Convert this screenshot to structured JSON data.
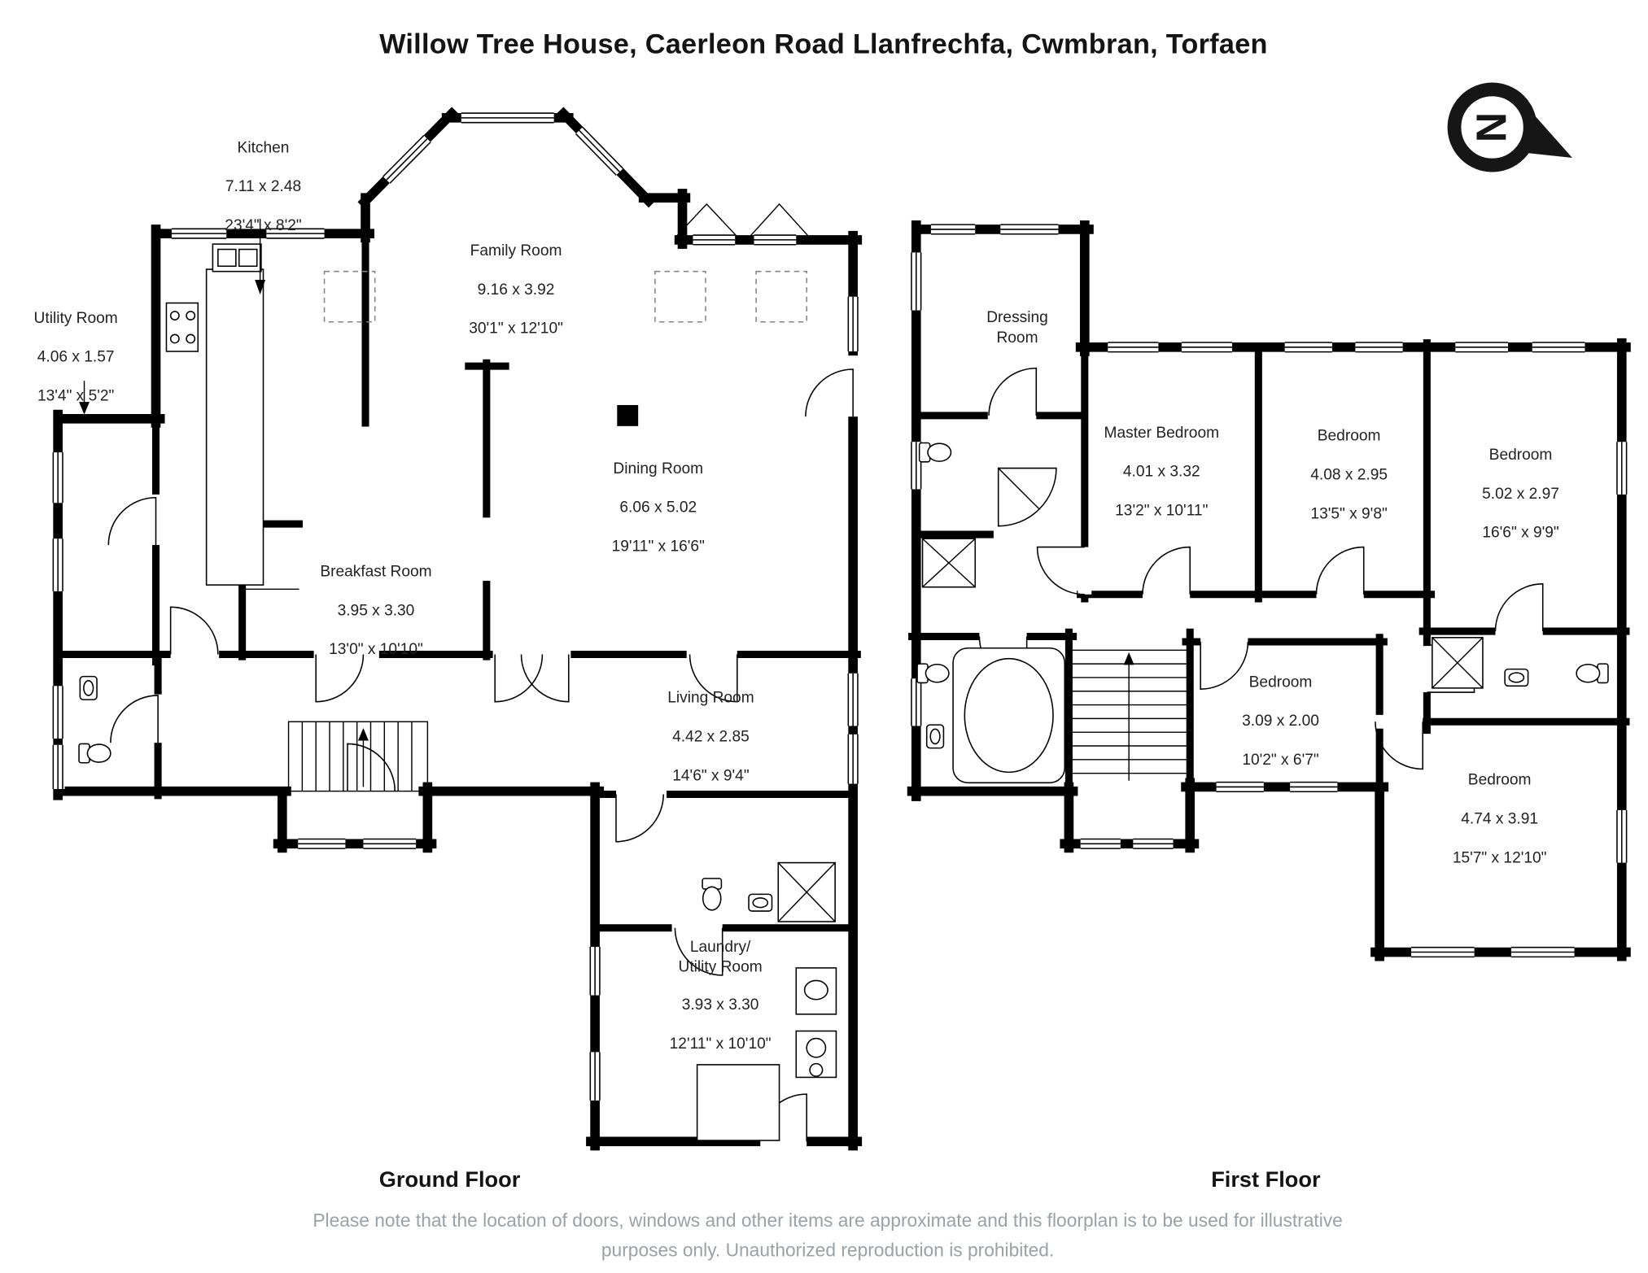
{
  "title": "Willow Tree House, Caerleon Road Llanfrechfa, Cwmbran, Torfaen",
  "compass": {
    "letter": "N"
  },
  "floors": [
    {
      "label": "Ground Floor",
      "rooms": [
        {
          "name": "Kitchen",
          "metric": "7.11 x 2.48",
          "imperial": "23'4\" x 8'2\""
        },
        {
          "name": "Utility Room",
          "metric": "4.06 x 1.57",
          "imperial": "13'4\" x 5'2\""
        },
        {
          "name": "Family Room",
          "metric": "9.16 x 3.92",
          "imperial": "30'1\" x 12'10\""
        },
        {
          "name": "Dining Room",
          "metric": "6.06 x 5.02",
          "imperial": "19'11\" x 16'6\""
        },
        {
          "name": "Breakfast Room",
          "metric": "3.95 x 3.30",
          "imperial": "13'0\" x 10'10\""
        },
        {
          "name": "Living Room",
          "metric": "4.42 x 2.85",
          "imperial": "14'6\" x 9'4\""
        },
        {
          "name": "Laundry/\nUtility Room",
          "metric": "3.93 x 3.30",
          "imperial": "12'11\" x 10'10\""
        }
      ]
    },
    {
      "label": "First Floor",
      "rooms": [
        {
          "name": "Dressing\nRoom"
        },
        {
          "name": "Master Bedroom",
          "metric": "4.01 x 3.32",
          "imperial": "13'2\" x 10'11\""
        },
        {
          "name": "Bedroom",
          "metric": "4.08 x 2.95",
          "imperial": "13'5\" x 9'8\""
        },
        {
          "name": "Bedroom",
          "metric": "5.02 x 2.97",
          "imperial": "16'6\" x 9'9\""
        },
        {
          "name": "Bedroom",
          "metric": "3.09 x 2.00",
          "imperial": "10'2\" x 6'7\""
        },
        {
          "name": "Bedroom",
          "metric": "4.74 x 3.91",
          "imperial": "15'7\" x 12'10\""
        }
      ]
    }
  ],
  "footer": {
    "line1": "Please note that the location of doors, windows and other items are approximate and this floorplan is to be used for illustrative",
    "line2": "purposes only. Unauthorized reproduction is prohibited."
  }
}
